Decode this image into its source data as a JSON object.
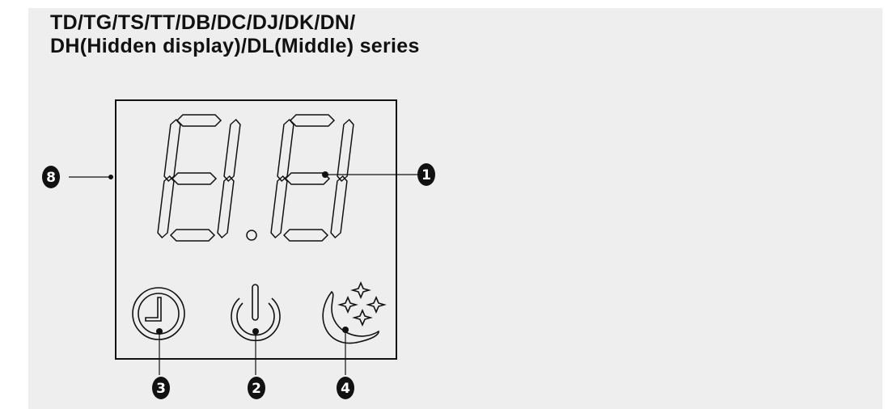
{
  "title": {
    "line1": "TD/TG/TS/TT/DB/DC/DJ/DK/DN/",
    "line2": "DH(Hidden display)/DL(Middle)  series"
  },
  "callouts": [
    {
      "id": "1",
      "label": "1"
    },
    {
      "id": "2",
      "label": "2"
    },
    {
      "id": "3",
      "label": "3"
    },
    {
      "id": "4",
      "label": "4"
    },
    {
      "id": "8",
      "label": "8"
    }
  ],
  "icons": [
    "clock-icon",
    "power-icon",
    "moon-stars-icon"
  ],
  "colors": {
    "panel": "#eeeeee",
    "ink": "#111111"
  }
}
